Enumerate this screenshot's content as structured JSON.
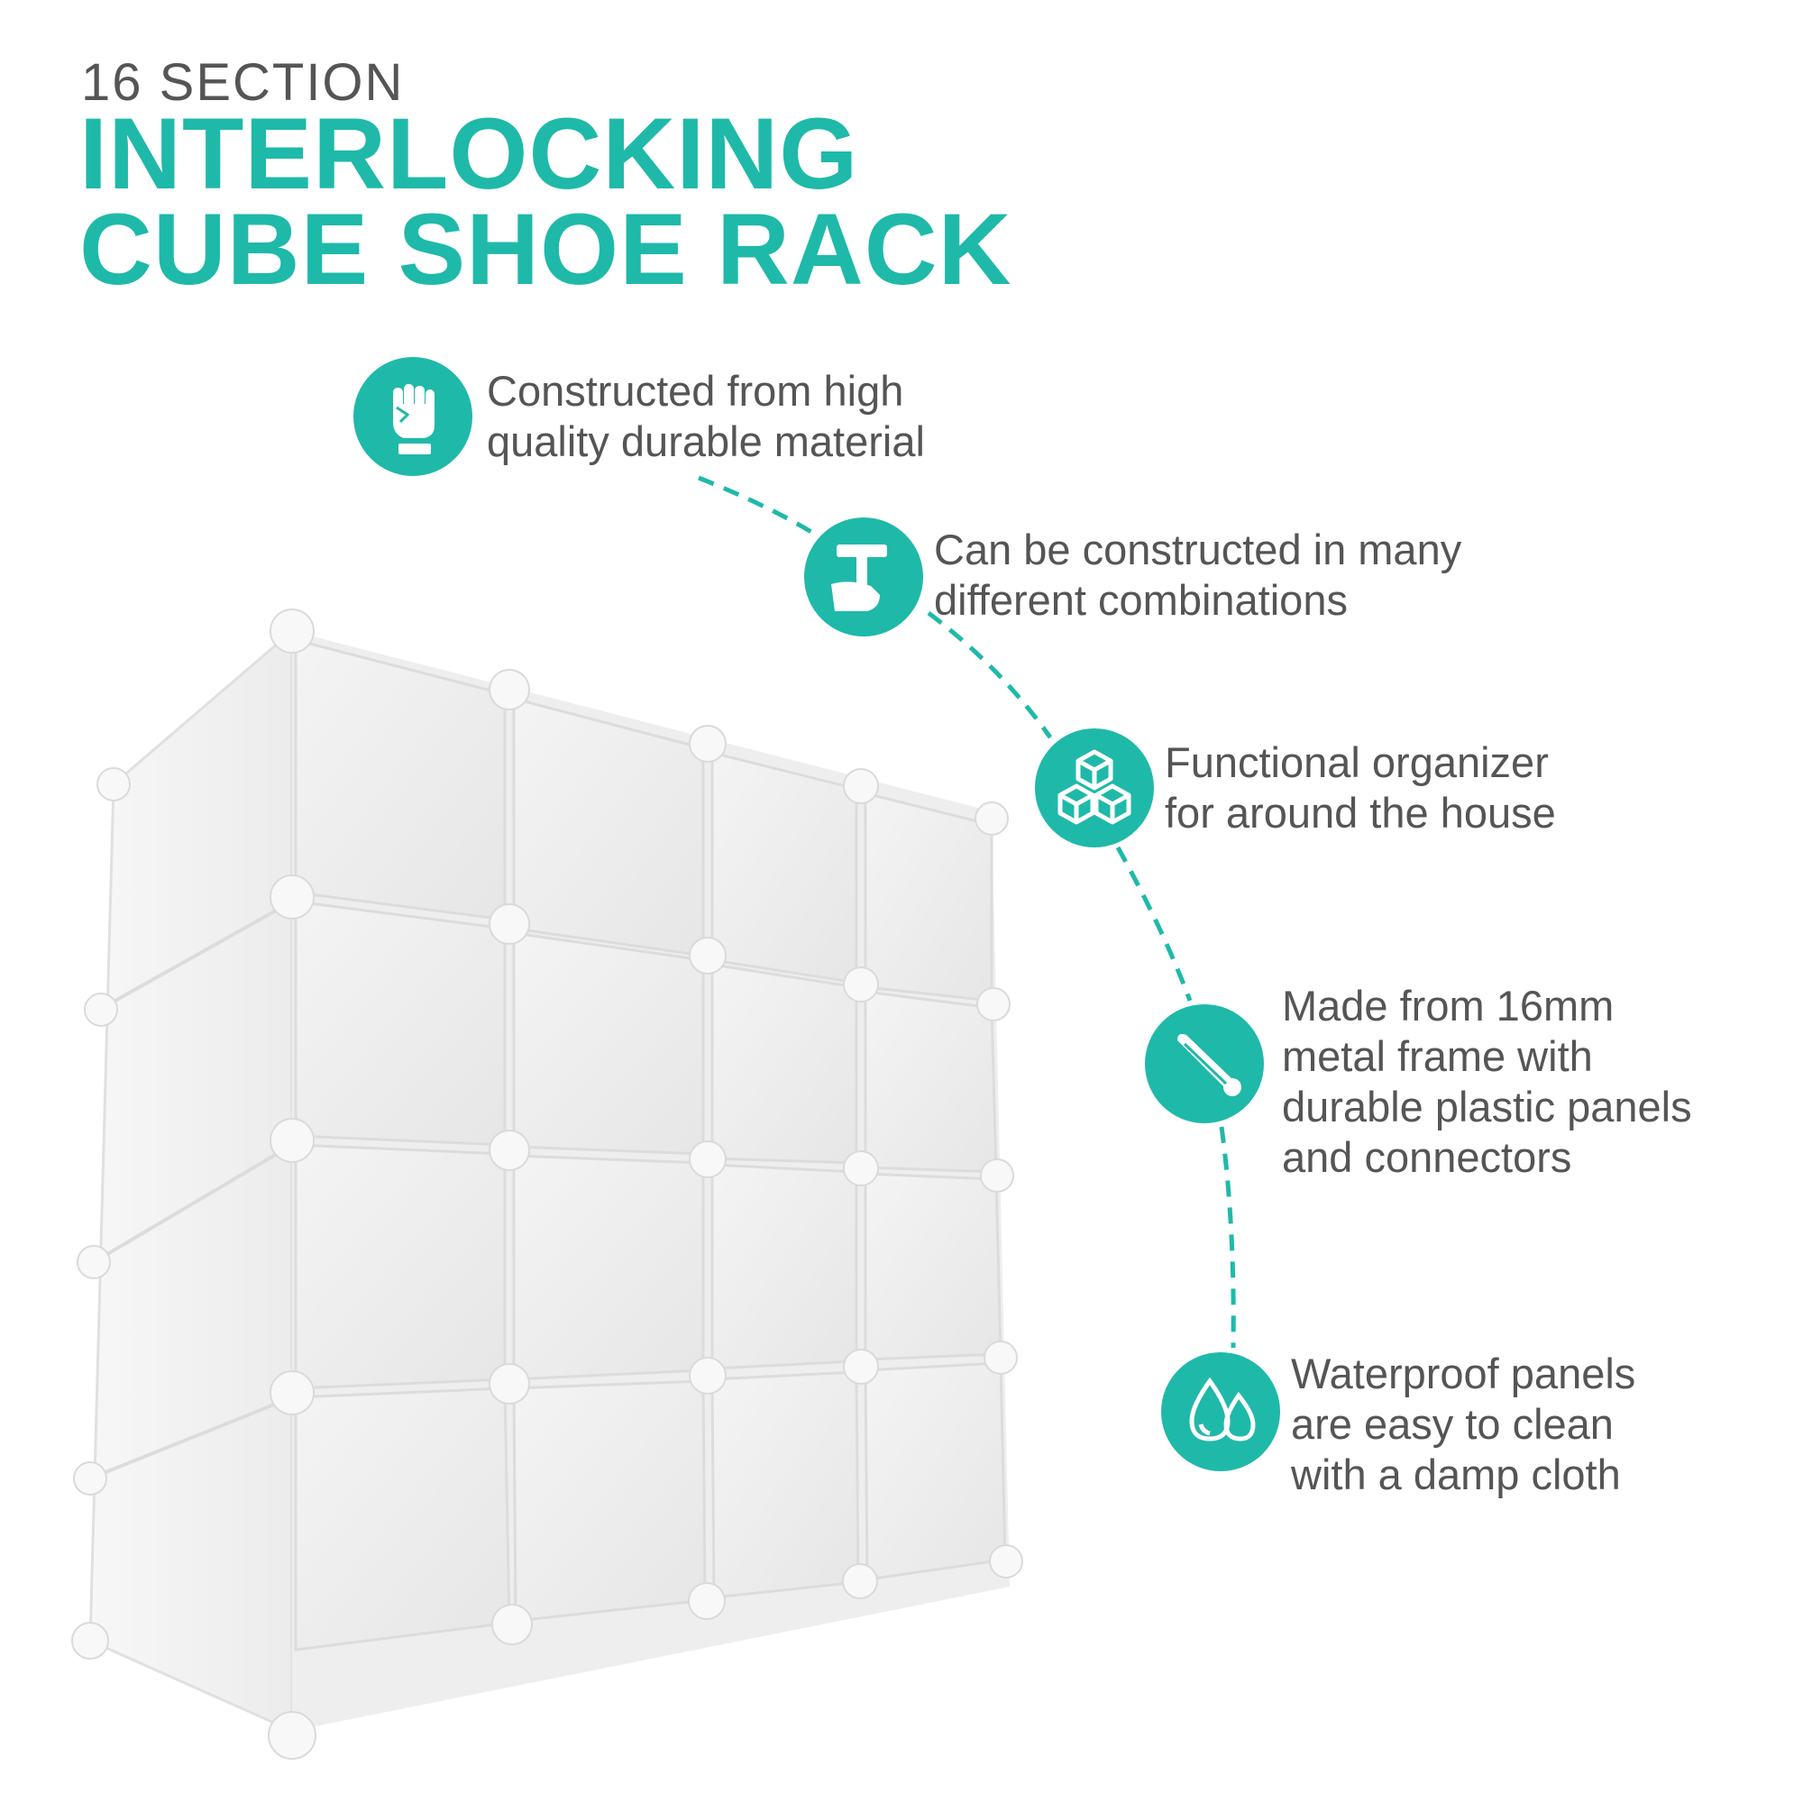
{
  "header": {
    "subtitle": "16 SECTION",
    "title_line1": "INTERLOCKING",
    "title_line2": "CUBE SHOE RACK"
  },
  "colors": {
    "accent": "#1fb9a9",
    "text": "#555555"
  },
  "features": [
    {
      "icon": "fist-icon",
      "line1": "Constructed from high",
      "line2": "quality durable material"
    },
    {
      "icon": "hammer-hand-icon",
      "line1": "Can be constructed in many",
      "line2": "different combinations"
    },
    {
      "icon": "stacked-cubes-icon",
      "line1": "Functional organizer",
      "line2": "for around the house"
    },
    {
      "icon": "metal-tube-icon",
      "line1": "Made from 16mm",
      "line2": "metal frame with",
      "line3": "durable plastic panels",
      "line4": "and connectors"
    },
    {
      "icon": "water-drops-icon",
      "line1": "Waterproof panels",
      "line2": "are easy to clean",
      "line3": "with a damp cloth"
    }
  ]
}
